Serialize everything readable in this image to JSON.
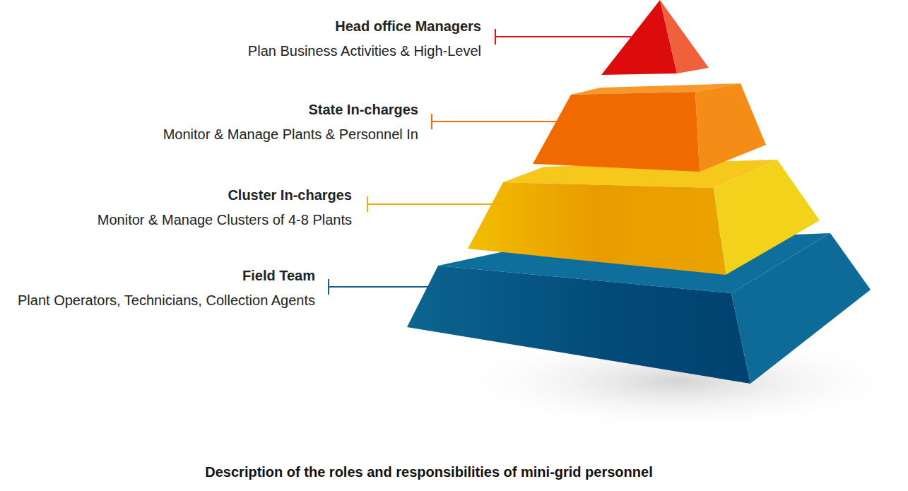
{
  "diagram": {
    "caption": "Description of the roles and responsibilities of mini-grid personnel",
    "nodes": [
      {
        "text": [
          "Head office Managers",
          "Plan Business Activities & High-Level"
        ]
      },
      {
        "text": [
          "State In-charges",
          "Monitor & Manage Plants & Personnel In"
        ]
      },
      {
        "text": [
          "Cluster In-charges",
          "Monitor & Manage Clusters of 4-8 Plants"
        ]
      },
      {
        "text": [
          "Field Team",
          "Plant Operators, Technicians, Collection Agents"
        ]
      }
    ]
  }
}
